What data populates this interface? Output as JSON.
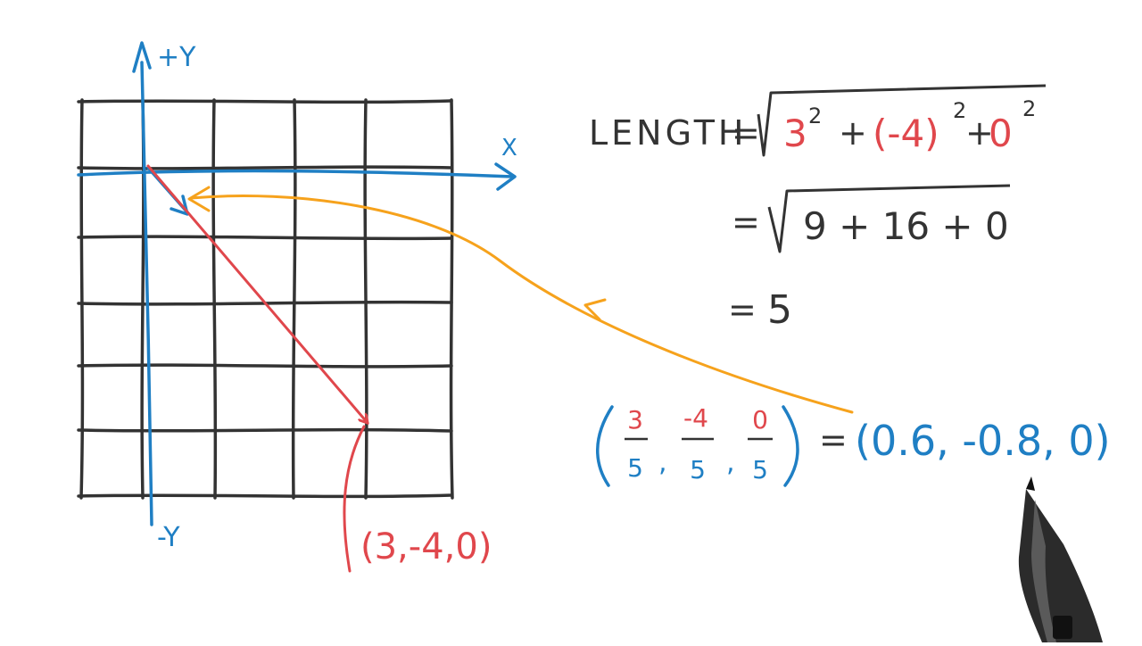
{
  "colors": {
    "ink": "#333333",
    "blue": "#1f7fc4",
    "red": "#e0474c",
    "orange": "#f6a21c",
    "pen": "#2b2b2b"
  },
  "axes": {
    "pos_y_label": "+Y",
    "neg_y_label": "-Y",
    "x_label": "X"
  },
  "point_label": "(3,-4,0)",
  "length_eq": {
    "label": "LENGTH",
    "equals": "=",
    "term1_base": "3",
    "term1_exp": "2",
    "plus": "+",
    "term2_base": "(-4)",
    "term2_exp": "2",
    "term3_base": "0",
    "term3_exp": "2"
  },
  "step2": {
    "equals": "=",
    "expr": "9 + 16 + 0"
  },
  "step3": {
    "equals": "=",
    "value": "5"
  },
  "normalize": {
    "fractions": [
      {
        "num": "3",
        "den": "5"
      },
      {
        "num": "-4",
        "den": "5"
      },
      {
        "num": "0",
        "den": "5"
      }
    ],
    "comma": ",",
    "equals": "=",
    "result": "(0.6, -0.8, 0)"
  }
}
